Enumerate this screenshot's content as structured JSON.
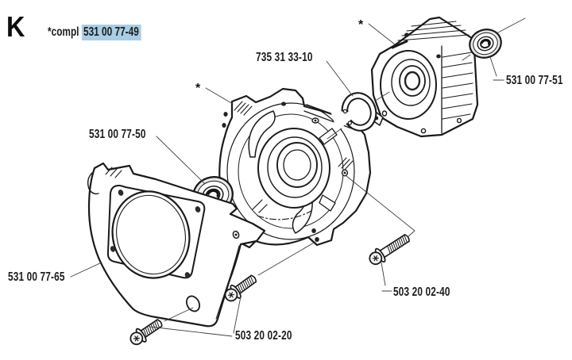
{
  "page": {
    "section_letter": "K"
  },
  "header": {
    "compl_prefix": "*compl",
    "assembly_number": "531 00 77-49"
  },
  "labels": {
    "snap_ring": "735 31 33-10",
    "seal_right": "531 00 77-51",
    "seal_left": "531 00 77-50",
    "cover_plate": "531 00 77-65",
    "screw_long": "503 20 02-40",
    "screw_short": "503 20 02-20",
    "star": "*"
  },
  "colors": {
    "highlight": "#a9cde4",
    "line_art": "#1a1a1a",
    "leader_line": "#3f3f3f",
    "background": "#ffffff"
  }
}
